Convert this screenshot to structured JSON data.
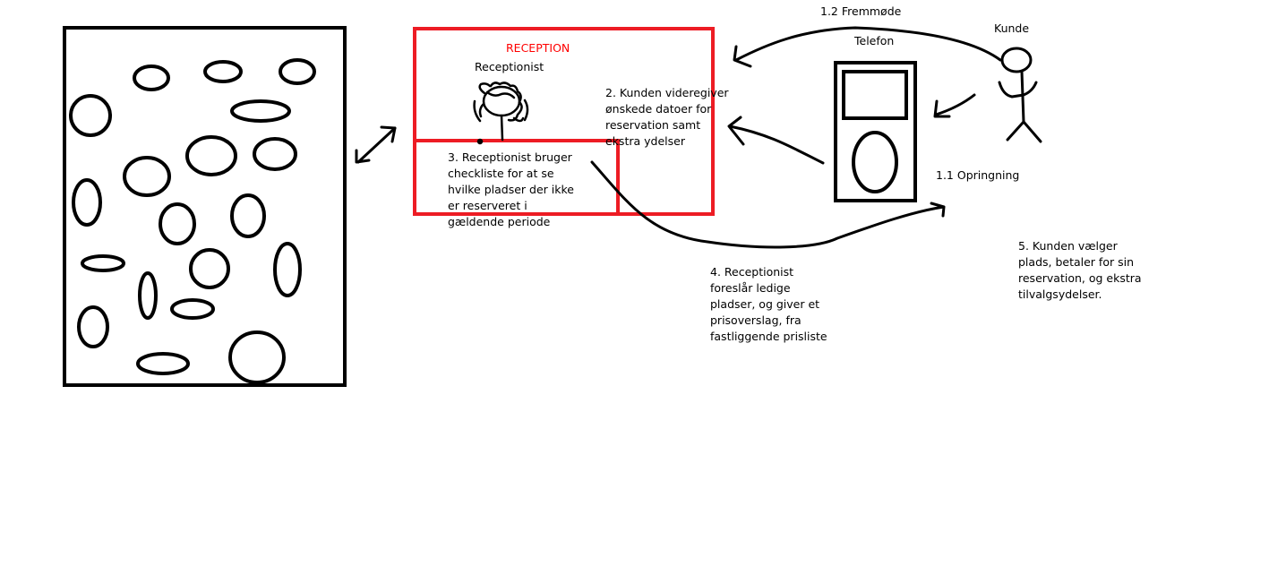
{
  "labels": {
    "fremmode": "1.2 Fremmøde",
    "kunde": "Kunde",
    "telefon": "Telefon",
    "reception": "RECEPTION",
    "receptionist": "Receptionist",
    "step2": "2. Kunden videregiver\nønskede datoer for\nreservation samt\nekstra ydelser",
    "step3": "3. Receptionist bruger\ncheckliste for at se\nhvilke pladser der ikke\ner reserveret i\ngældende periode",
    "opringning": "1.1 Opringning",
    "step4": "4. Receptionist\nforeslår ledige\npladser, og giver et\nprisoverslag, fra\nfastliggende prisliste",
    "step5": "5. Kunden vælger\nplads, betaler for sin\nreservation, og ekstra\ntilvalgsydelser."
  },
  "colors": {
    "ink": "#000000",
    "reception_red": "#ed1c24",
    "label_red": "#ff0000"
  }
}
